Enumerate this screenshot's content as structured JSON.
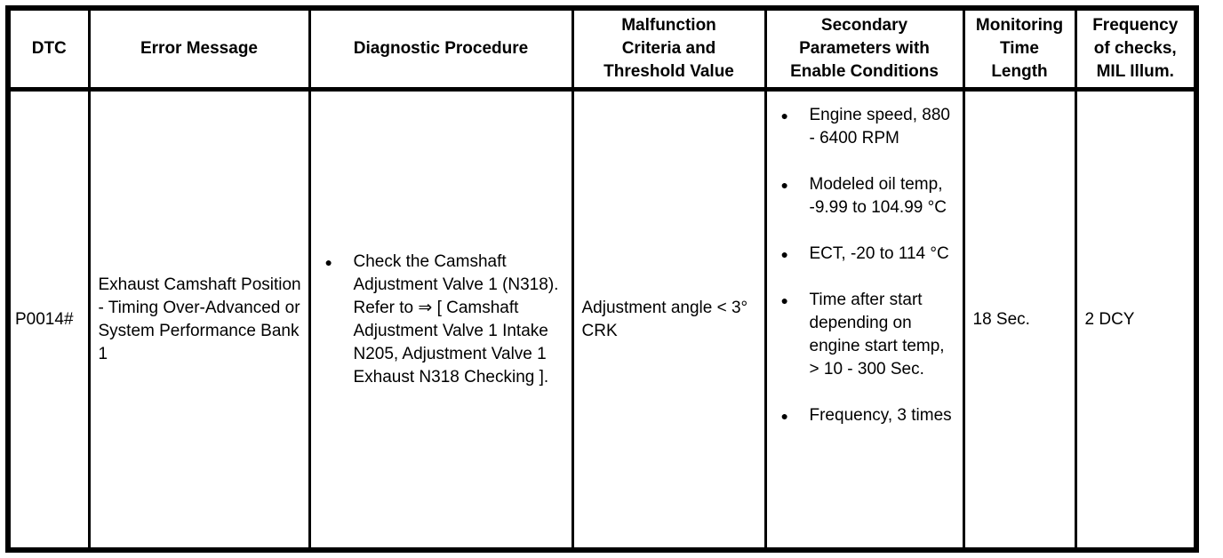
{
  "table": {
    "border_color": "#000000",
    "text_color": "#000000",
    "background_color": "#ffffff",
    "bullet_glyph": "●",
    "headers": [
      "DTC",
      "Error Message",
      "Diagnostic Procedure",
      "Malfunction\nCriteria and\nThreshold Value",
      "Secondary\nParameters with\nEnable Conditions",
      "Monitoring\nTime\nLength",
      "Frequency\nof checks,\nMIL Illum."
    ],
    "row": {
      "dtc": "P0014#",
      "error_message": "Exhaust Camshaft Position - Timing Over-Advanced or System Performance Bank 1",
      "diagnostic_procedure": [
        "Check the Camshaft Adjustment Valve 1 (N318). Refer to ⇒ [ Camshaft Adjustment Valve 1 Intake N205, Adjustment Valve 1 Exhaust N318 Checking ]."
      ],
      "malfunction_criteria": "Adjustment angle < 3° CRK",
      "secondary_parameters": [
        "Engine speed, 880 - 6400 RPM",
        "Modeled oil temp, -9.99 to 104.99 °C",
        "ECT, -20 to 114 °C",
        "Time after start depending on engine start temp, > 10 - 300 Sec.",
        "Frequency, 3 times"
      ],
      "monitoring_time": "18 Sec.",
      "frequency_of_checks": "2 DCY"
    }
  }
}
